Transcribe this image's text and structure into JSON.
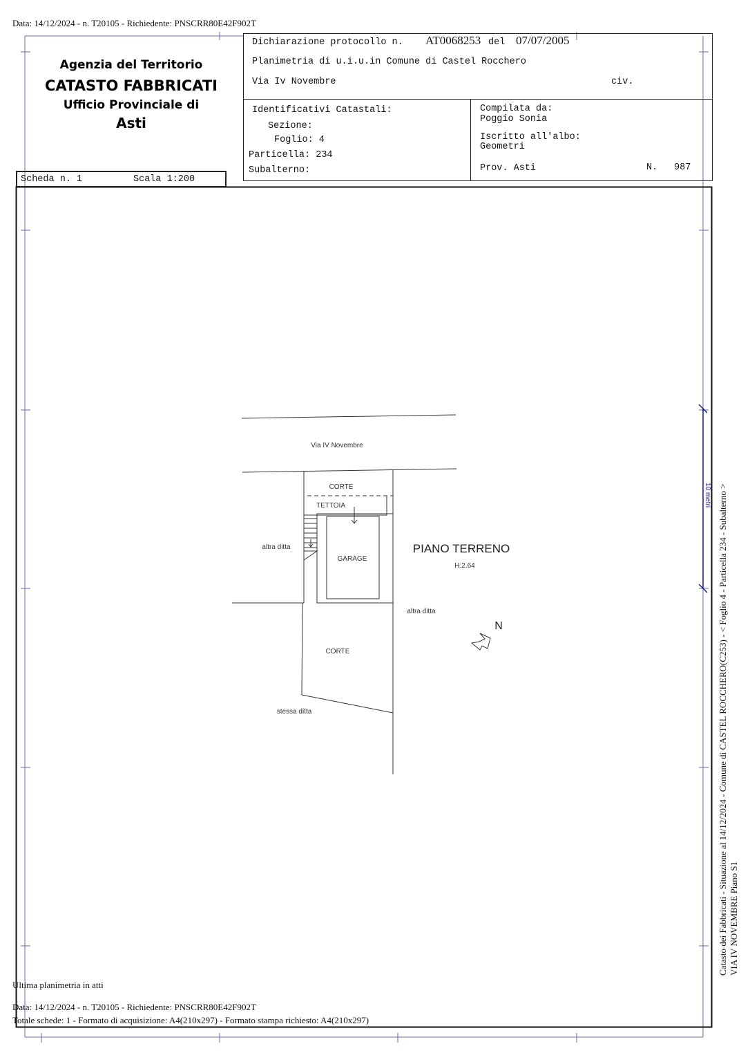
{
  "top_header": "Data: 14/12/2024 - n. T20105 - Richiedente: PNSCRR80E42F902T",
  "agency": {
    "line1": "Agenzia del Territorio",
    "line2": "CATASTO FABBRICATI",
    "line3": "Ufficio Provinciale di",
    "line4": "Asti"
  },
  "scheda": {
    "label": "Scheda n. 1",
    "scale": "Scala 1:200"
  },
  "declaration": {
    "prefix": "Dichiarazione protocollo n.",
    "number": "AT0068253",
    "del": "del",
    "date": "07/07/2005",
    "planimetria": "Planimetria di u.i.u.in Comune di Castel Rocchero",
    "street": "Via Iv Novembre",
    "civ": "civ."
  },
  "identifiers": {
    "title": "Identificativi Catastali:",
    "sezione": "Sezione:",
    "foglio": "Foglio: 4",
    "particella": "Particella: 234",
    "subalterno": "Subalterno:"
  },
  "compiler": {
    "label": "Compilata da:",
    "name": "Poggio Sonia",
    "albo_label": "Iscritto all'albo:",
    "albo": "Geometri",
    "prov": "Prov. Asti",
    "n_label": "N.",
    "n_value": "987"
  },
  "plan": {
    "street_label": "Via IV Novembre",
    "corte_top": "CORTE",
    "tettoia": "TETTOIA",
    "garage": "GARAGE",
    "altra_ditta_left": "altra ditta",
    "altra_ditta_right": "altra ditta",
    "piano": "PIANO TERRENO",
    "height": "H:2.64",
    "corte_bottom": "CORTE",
    "stessa_ditta": "stessa ditta",
    "north": "N",
    "scale_bar": "10 metri"
  },
  "side_text": {
    "line1": "Catasto dei Fabbricati - Situazione al 14/12/2024 - Comune di CASTEL ROCCHERO(C253) - < Foglio 4 - Particella  234 - Subalterno  >",
    "line2": "VIA IV NOVEMBRE Piano S1"
  },
  "footer": {
    "ultima": "Ultima planimetria in atti",
    "data": "Data: 14/12/2024 - n. T20105 - Richiedente: PNSCRR80E42F902T",
    "totale": "Totale schede: 1 - Formato di acquisizione: A4(210x297)  - Formato stampa richiesto: A4(210x297)"
  }
}
